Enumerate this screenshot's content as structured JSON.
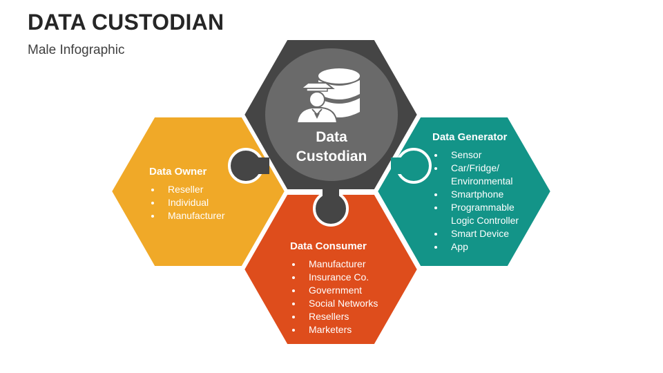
{
  "header": {
    "title": "DATA CUSTODIAN",
    "subtitle": "Male Infographic"
  },
  "center": {
    "label_line1": "Data",
    "label_line2": "Custodian",
    "icon": "custodian-database-icon"
  },
  "panels": {
    "owner": {
      "title": "Data Owner",
      "color": "#F0A928",
      "items": [
        "Reseller",
        "Individual",
        "Manufacturer"
      ]
    },
    "consumer": {
      "title": "Data Consumer",
      "color": "#DE4D1C",
      "items": [
        "Manufacturer",
        "Insurance Co.",
        "Government",
        "Social Networks",
        "Resellers",
        "Marketers"
      ]
    },
    "generator": {
      "title": "Data Generator",
      "color": "#139488",
      "items": [
        "Sensor",
        "Car/Fridge/",
        "Environmental",
        "Smartphone",
        "Programmable",
        "Logic Controller",
        "Smart Device",
        "App"
      ]
    }
  },
  "colors": {
    "custodian": "#454545",
    "custodian_circle": "#6A6A6A"
  }
}
